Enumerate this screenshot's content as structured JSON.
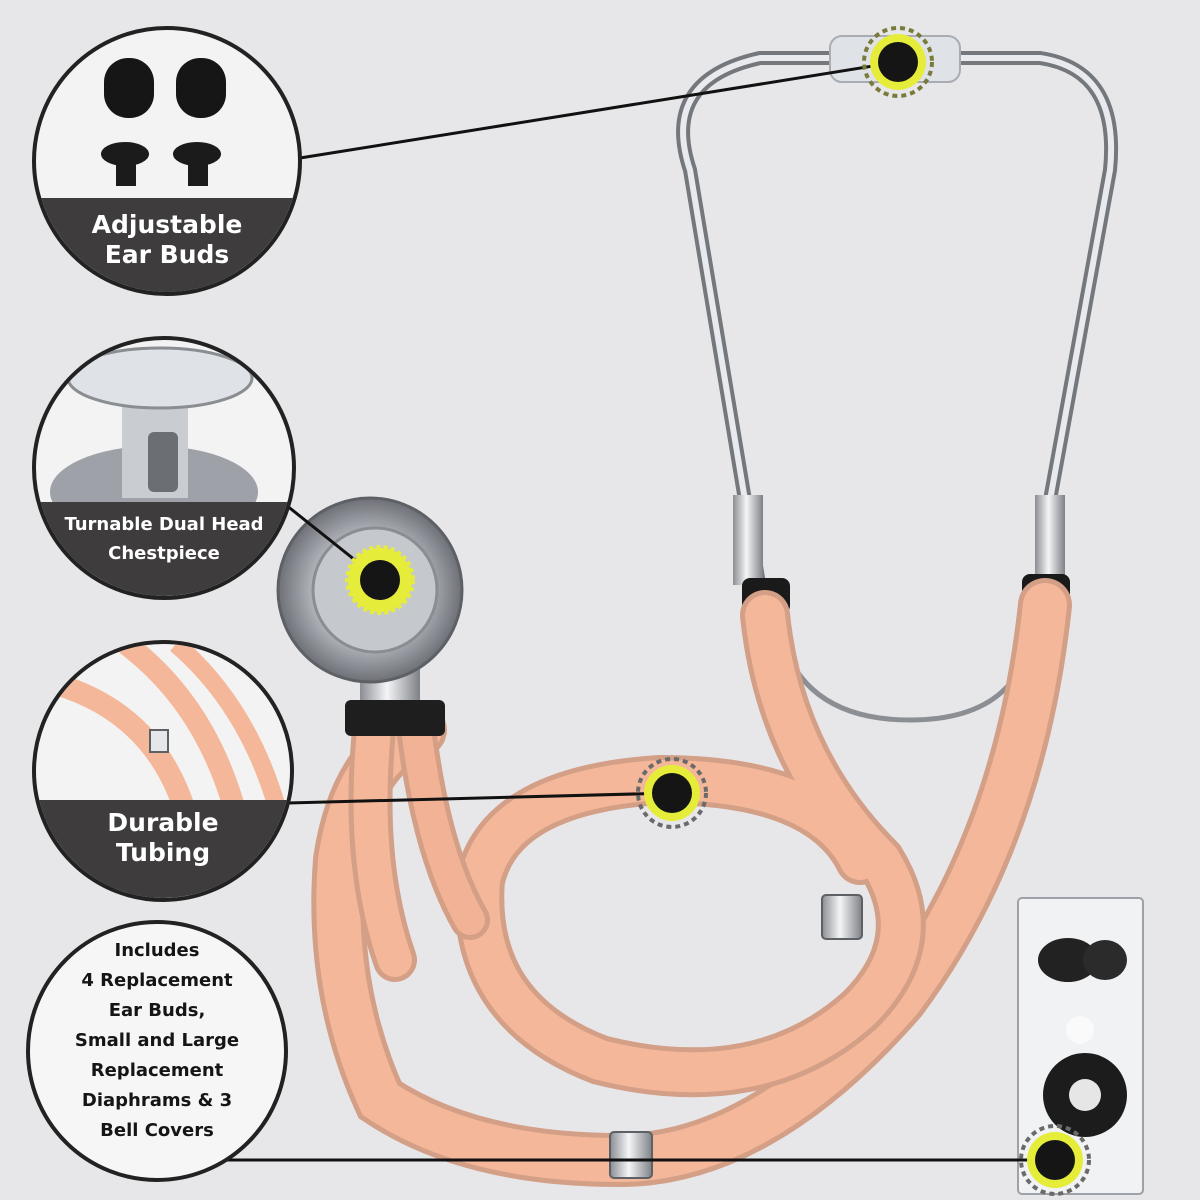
{
  "callouts": {
    "earbuds": {
      "line1": "Adjustable",
      "line2": "Ear Buds"
    },
    "chestpiece": {
      "line1": "Turnable Dual Head",
      "line2": "Chestpiece"
    },
    "tubing": {
      "line1": "Durable",
      "line2": "Tubing"
    },
    "includes": {
      "line1": "Includes",
      "line2": "4 Replacement",
      "line3": "Ear Buds,",
      "line4": "Small and Large",
      "line5": "Replacement",
      "line6": "Diaphrams & 3",
      "line7": "Bell Covers"
    }
  },
  "colors": {
    "background": "#e7e7e9",
    "tubing": "#f4b79a",
    "marker_ring": "#e6ec3a",
    "band": "#3f3c3e",
    "metal": "#c9ccd1"
  }
}
